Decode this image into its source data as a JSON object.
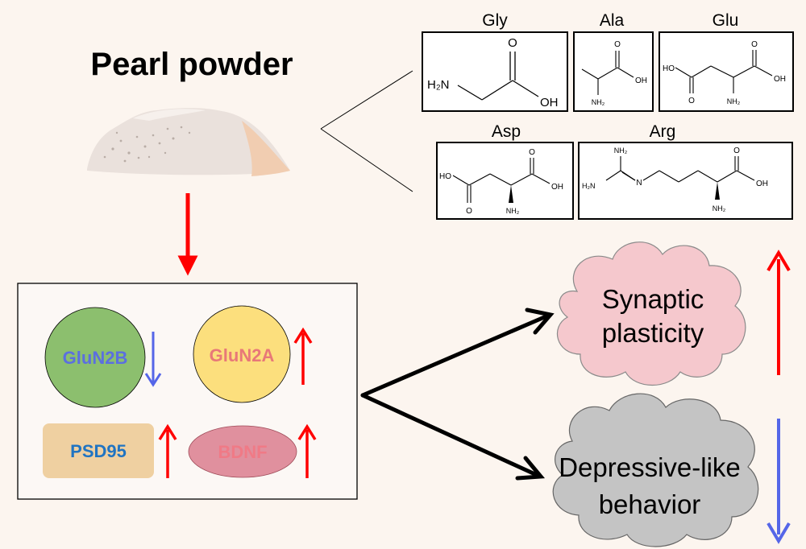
{
  "title": "Pearl powder",
  "amino_acids": {
    "gly": {
      "name": "Gly",
      "labels": {
        "amine": "H₂N",
        "carbonyl": "O",
        "hydroxyl": "OH"
      }
    },
    "ala": {
      "name": "Ala",
      "labels": {
        "carbonyl": "O",
        "hydroxyl": "OH",
        "amine": "NH₂"
      }
    },
    "glu": {
      "name": "Glu",
      "labels": {
        "hydroxyl_left": "HO",
        "carbonyl_left": "O",
        "carbonyl_right": "O",
        "hydroxyl_right": "OH",
        "amine": "NH₂"
      }
    },
    "asp": {
      "name": "Asp",
      "labels": {
        "hydroxyl_left": "HO",
        "carbonyl_left": "O",
        "carbonyl_right": "O",
        "hydroxyl_right": "OH",
        "amine": "NH₂"
      }
    },
    "arg": {
      "name": "Arg",
      "labels": {
        "amine_top": "NH₂",
        "amine_left": "H₂N",
        "imine": "N",
        "carbonyl": "O",
        "hydroxyl": "OH",
        "amine": "NH₂"
      }
    }
  },
  "proteins": [
    {
      "key": "glun2b",
      "label": "GluN2B",
      "change": "down",
      "fill": "#8cbf6e",
      "text_color": "#5b6fe0"
    },
    {
      "key": "glun2a",
      "label": "GluN2A",
      "change": "up",
      "fill": "#fcdf7d",
      "text_color": "#e87878"
    },
    {
      "key": "psd95",
      "label": "PSD95",
      "change": "up",
      "fill": "#efd0a1",
      "text_color": "#2074c2"
    },
    {
      "key": "bdnf",
      "label": "BDNF",
      "change": "up",
      "fill": "#e0909e",
      "text_color": "#f07a86"
    }
  ],
  "outcomes": [
    {
      "key": "synaptic",
      "line1": "Synaptic",
      "line2": "plasticity",
      "change": "up",
      "fill": "#f5c8cd"
    },
    {
      "key": "depressive",
      "line1": "Depressive-like",
      "line2": "behavior",
      "change": "down",
      "fill": "#c4c4c4"
    }
  ],
  "colors": {
    "up_arrow": "#ff0000",
    "down_arrow": "#5566e8",
    "black_arrow": "#000000"
  }
}
